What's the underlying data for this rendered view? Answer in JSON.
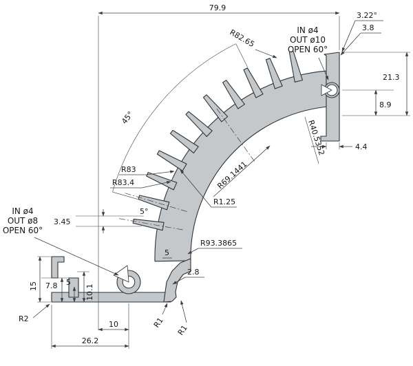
{
  "drawing": {
    "dim_width_top": "79.9",
    "dim_angle_tr": "3.22°",
    "dim_38": "3.8",
    "note_tr": [
      "IN ø4",
      "OUT ø10",
      "OPEN 60°"
    ],
    "dim_213": "21.3",
    "dim_89": "8.9",
    "dim_44": "4.4",
    "r40": "R40.5352",
    "r82": "R82.65",
    "angle_45": "45°",
    "r83": "R83",
    "r834": "R83.4",
    "r69": "R69.1441",
    "r125": "R1.25",
    "angle_5": "5°",
    "dim_345": "3.45",
    "note_bl": [
      "IN ø4",
      "OUT ø8",
      "OPEN 60°"
    ],
    "r93": "R93.3865",
    "dim_5wall": "5",
    "dim_28": "2.8",
    "dim_15": "15",
    "dim_78": "7.8",
    "dim_5left": "5",
    "dim_101": "10.1",
    "r2": "R2",
    "dim_10": "10",
    "dim_262": "26.2",
    "r1a": "R1",
    "r1b": "R1",
    "colors": {
      "profile_fill": "#c5c8cb",
      "line": "#3c3f42"
    }
  }
}
